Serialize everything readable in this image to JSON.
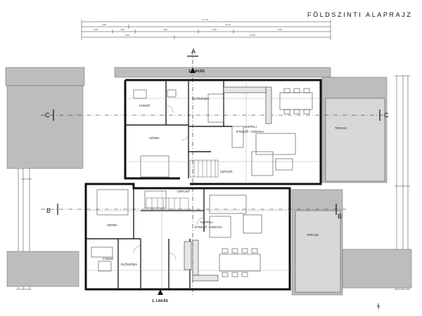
{
  "title": "FÖLDSZINTI ALAPRAJZ",
  "sections": {
    "a": "A",
    "b": "B",
    "c": "C"
  },
  "units": {
    "unit1": "1. LAKÁS",
    "unit2": "2. LAKÁS"
  },
  "rooms": {
    "unit2": {
      "furdo": "FÜRDŐ",
      "eloszoba": "ELŐSZOBA",
      "szoba": "SZOBA",
      "nappali": "NAPPALI",
      "etkezo": "ÉTKEZŐ - KONYHA",
      "lepcso": "LÉPCSŐ",
      "terasz": "TERASZ"
    },
    "unit1": {
      "lepcso": "LÉPCSŐ",
      "szoba": "SZOBA",
      "furdo": "FÜRDŐ",
      "eloszoba": "ELŐSZOBA",
      "nappali": "NAPPALI",
      "etkezo": "ÉTKEZŐ - KONYHA",
      "terasz": "TERASZ"
    }
  },
  "dimensions": {
    "overall": "17,40",
    "top_row": [
      "3,30",
      "14,10"
    ],
    "second_row": [
      "2,05",
      "1,60",
      "4,50",
      "2,50",
      "4,55"
    ],
    "third_row": [
      "6,45",
      "10,55"
    ]
  }
}
